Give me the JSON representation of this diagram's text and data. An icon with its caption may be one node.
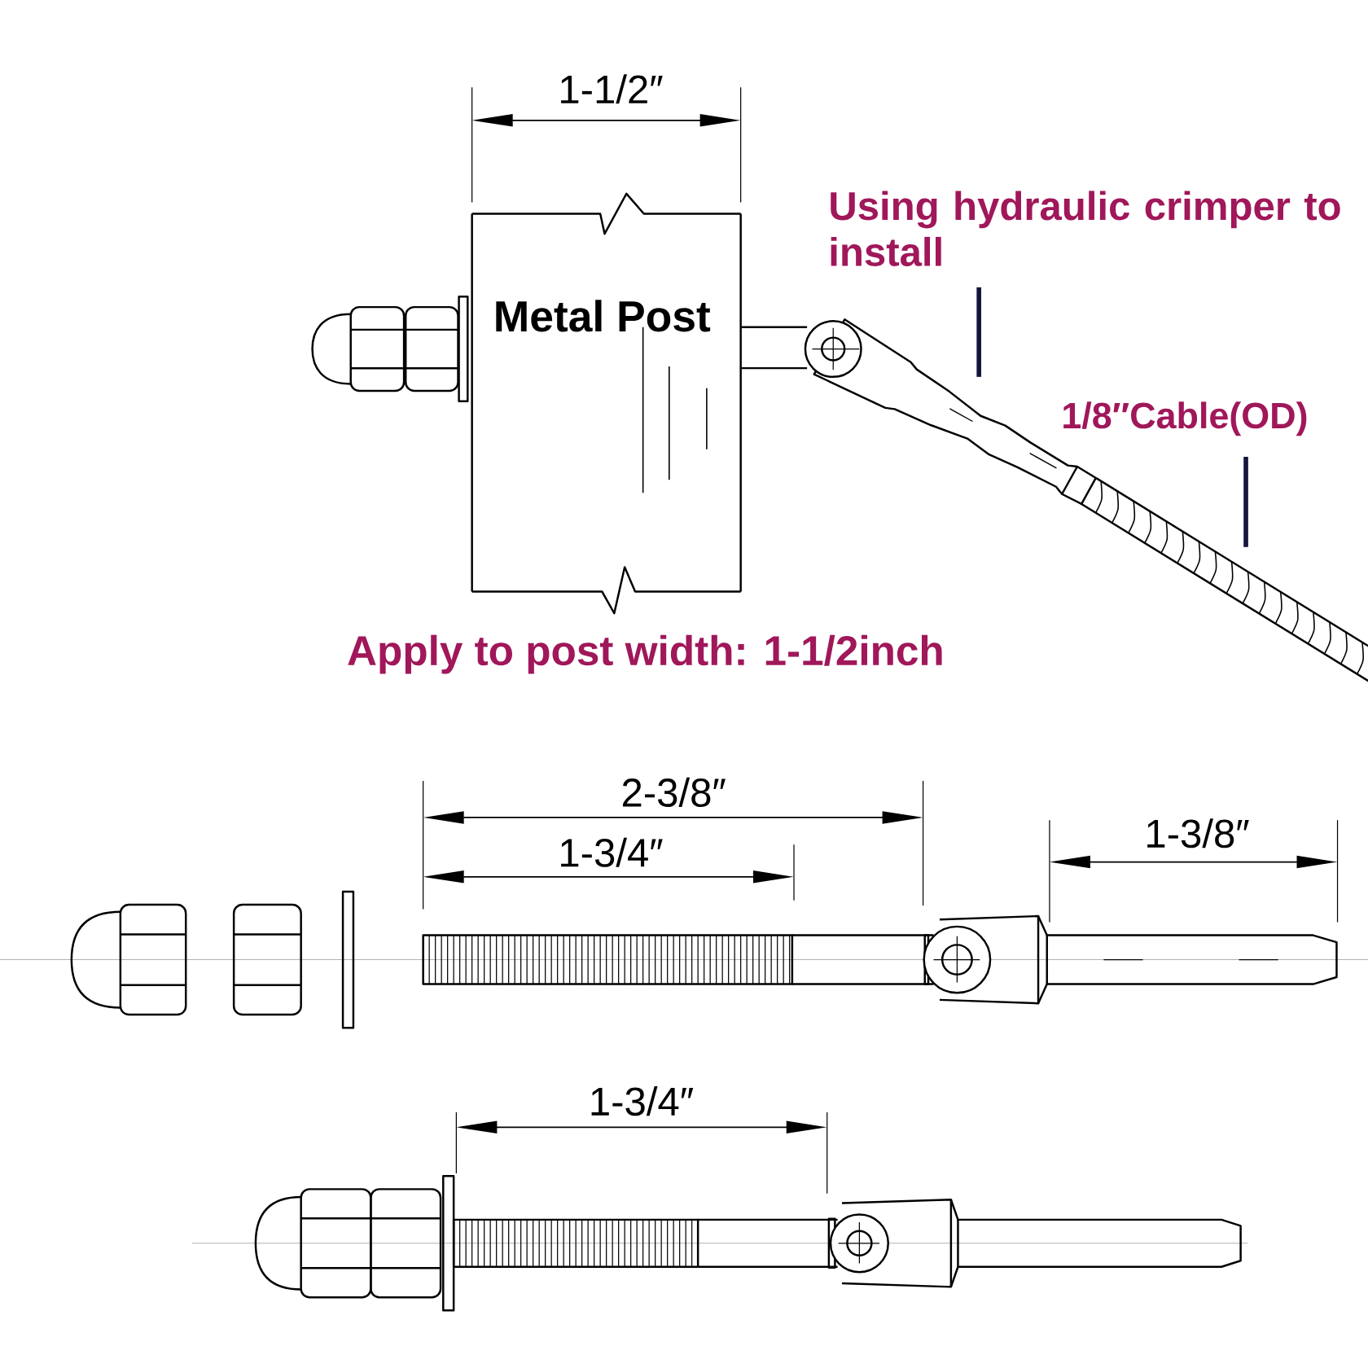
{
  "diagram": {
    "nodes": [
      {
        "text": [
          "Metal Post"
        ]
      },
      {
        "text": [
          "Using hydraulic crimper to install"
        ]
      },
      {
        "text": [
          "1/8″Cable(OD)"
        ]
      }
    ],
    "edges": [
      {
        "from": 1,
        "to": null,
        "arrow": "none"
      },
      {
        "from": 2,
        "to": null,
        "arrow": "none"
      }
    ],
    "labels": [
      "1-1/2″",
      "Apply to post width: 1-1/2inch",
      "2-3/8″",
      "1-3/4″",
      "1-3/8″",
      "1-3/4″"
    ]
  }
}
